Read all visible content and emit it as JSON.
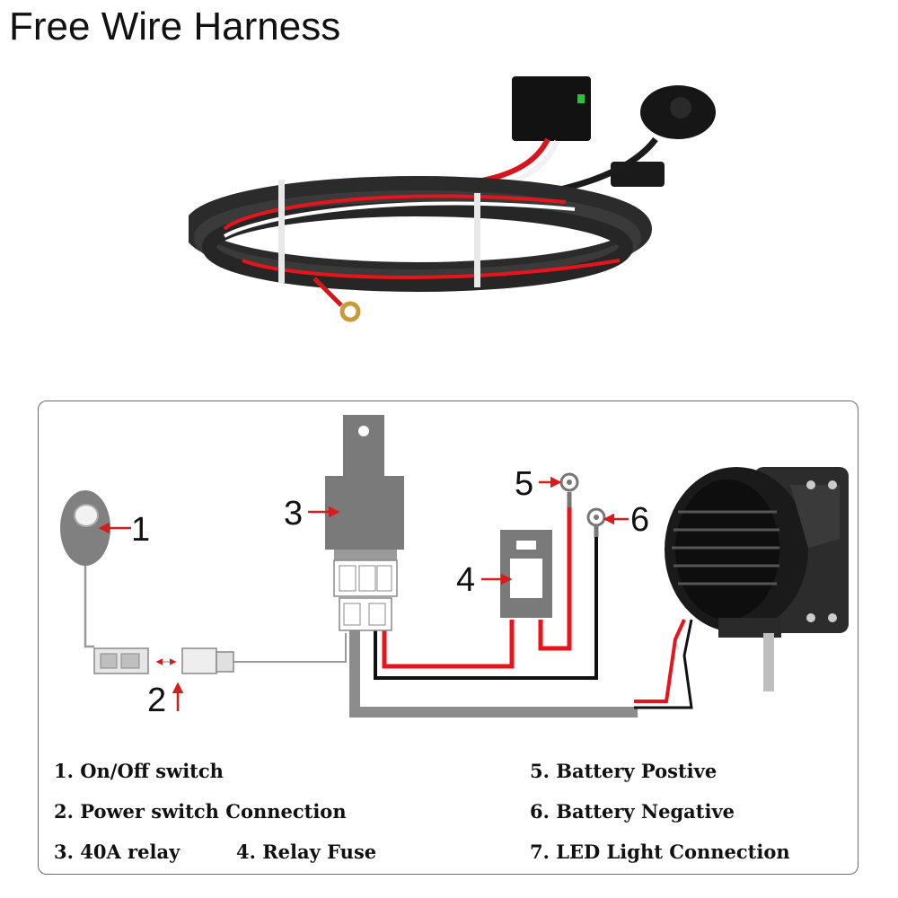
{
  "header": {
    "title": "Free Wire Harness"
  },
  "callouts": [
    "1",
    "2",
    "3",
    "4",
    "5",
    "6"
  ],
  "legend": {
    "item1": "1. On/Off switch",
    "item2": "2. Power switch Connection",
    "item3": "3. 40A relay",
    "item4": "4. Relay Fuse",
    "item5": "5. Battery Postive",
    "item6": "6. Battery Negative",
    "item7": "7. LED Light Connection"
  },
  "colors": {
    "wire_red": "#e8141b",
    "wire_black": "#111111",
    "component_gray": "#7a7a7a",
    "sheath_gray": "#8c8c8c",
    "arrow_red": "#d81b1b"
  }
}
